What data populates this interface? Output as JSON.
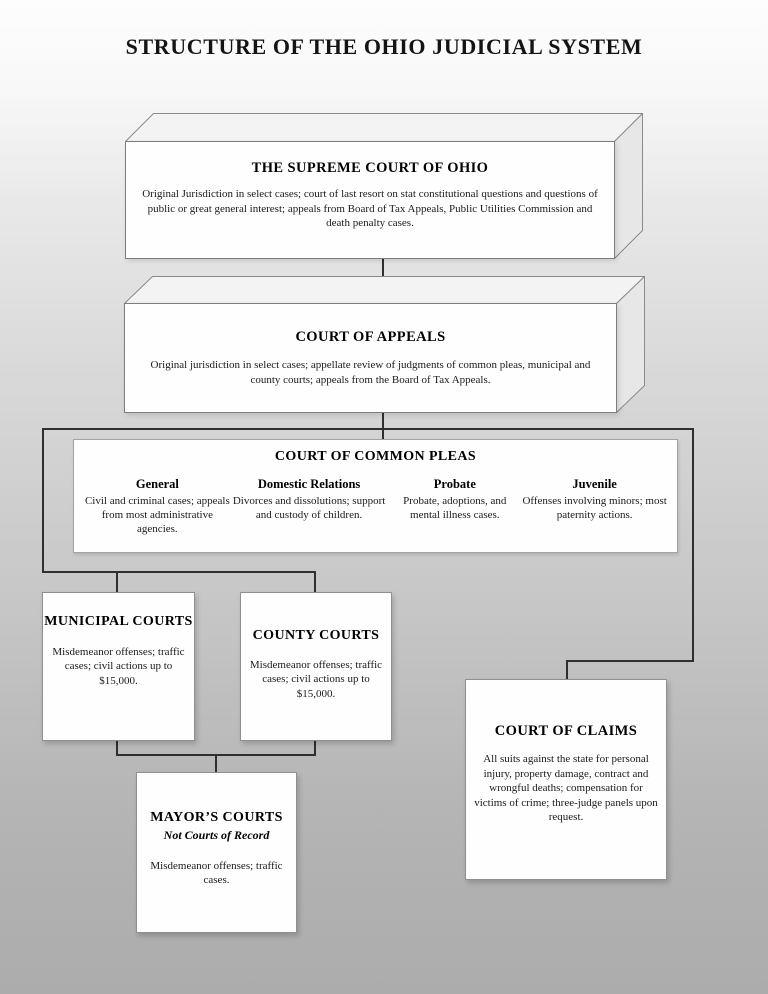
{
  "page": {
    "title": "STRUCTURE OF THE OHIO JUDICIAL SYSTEM"
  },
  "colors": {
    "background_top": "#fdfdfd",
    "background_bottom": "#acacac",
    "line": "#2f2f2f",
    "box_fill": "#fefefe",
    "box_border": "#8f8f8f",
    "face_top_fill": "#f3f3f3",
    "face_side_fill": "#e7e7e7"
  },
  "nodes": {
    "supreme": {
      "title": "THE SUPREME COURT OF OHIO",
      "body": "Original Jurisdiction in select cases; court of last resort on stat constitutional questions and questions of public or great general interest; appeals from Board of Tax Appeals,  Public Utilities Commission and death penalty cases."
    },
    "appeals": {
      "title": "COURT OF APPEALS",
      "body": "Original jurisdiction in select cases; appellate review of judgments of common pleas, municipal and county courts; appeals from the Board of Tax Appeals."
    },
    "common_pleas": {
      "title": "COURT OF COMMON PLEAS",
      "divisions": [
        {
          "name": "General",
          "body": "Civil and criminal cases; appeals from most administrative agencies."
        },
        {
          "name": "Domestic Relations",
          "body": "Divorces and dissolutions; support and custody of children."
        },
        {
          "name": "Probate",
          "body": "Probate, adoptions, and mental illness cases."
        },
        {
          "name": "Juvenile",
          "body": "Offenses involving minors; most paternity actions."
        }
      ]
    },
    "municipal": {
      "title": "MUNICIPAL COURTS",
      "body": "Misdemeanor offenses; traffic cases; civil actions up to $15,000."
    },
    "county": {
      "title": "COUNTY COURTS",
      "body": "Misdemeanor offenses; traffic cases; civil actions up to $15,000."
    },
    "mayors": {
      "title": "MAYOR’S COURTS",
      "subtitle": "Not Courts of Record",
      "body": "Misdemeanor offenses; traffic cases."
    },
    "claims": {
      "title": "COURT OF CLAIMS",
      "body": "All suits against the state for personal injury, property damage, contract and wrongful deaths; compensation for victims of crime; three-judge panels upon request."
    }
  }
}
